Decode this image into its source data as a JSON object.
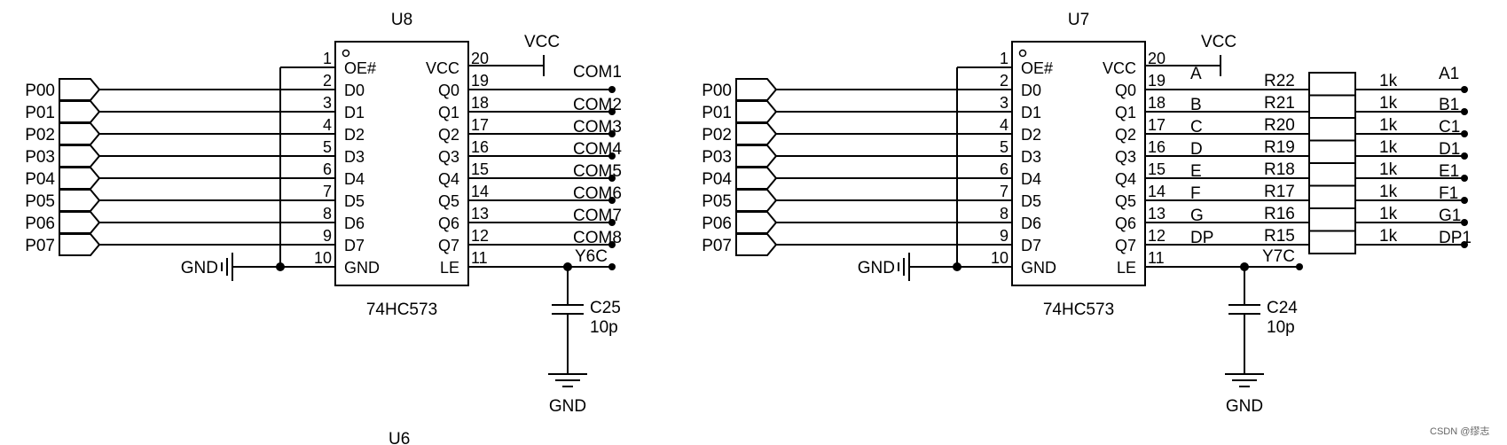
{
  "ports": [
    "P00",
    "P01",
    "P02",
    "P03",
    "P04",
    "P05",
    "P06",
    "P07"
  ],
  "gnd": "GND",
  "vcc": "VCC",
  "chip_pins": {
    "left_names": [
      "OE#",
      "D0",
      "D1",
      "D2",
      "D3",
      "D4",
      "D5",
      "D6",
      "D7",
      "GND"
    ],
    "left_nums": [
      "1",
      "2",
      "3",
      "4",
      "5",
      "6",
      "7",
      "8",
      "9",
      "10"
    ],
    "right_names": [
      "VCC",
      "Q0",
      "Q1",
      "Q2",
      "Q3",
      "Q4",
      "Q5",
      "Q6",
      "Q7",
      "LE"
    ],
    "right_nums": [
      "20",
      "19",
      "18",
      "17",
      "16",
      "15",
      "14",
      "13",
      "12",
      "11"
    ]
  },
  "u8": {
    "designator": "U8",
    "part": "74HC573",
    "outputs": [
      "COM1",
      "COM2",
      "COM3",
      "COM4",
      "COM5",
      "COM6",
      "COM7",
      "COM8"
    ],
    "le_net": "Y6C",
    "cap_ref": "C25",
    "cap_val": "10p"
  },
  "u7": {
    "designator": "U7",
    "part": "74HC573",
    "seg_nets": [
      "A",
      "B",
      "C",
      "D",
      "E",
      "F",
      "G",
      "DP"
    ],
    "resistors": [
      "R22",
      "R21",
      "R20",
      "R19",
      "R18",
      "R17",
      "R16",
      "R15"
    ],
    "res_val": "1k",
    "outputs": [
      "A1",
      "B1",
      "C1",
      "D1",
      "E1",
      "F1",
      "G1",
      "DP1"
    ],
    "le_net": "Y7C",
    "cap_ref": "C24",
    "cap_val": "10p"
  },
  "u6_label": "U6",
  "watermark": "CSDN @缪志"
}
